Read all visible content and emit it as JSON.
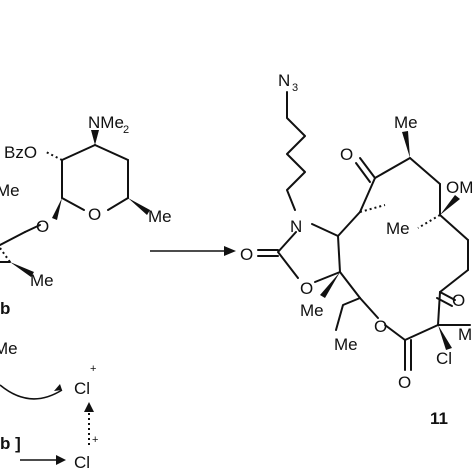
{
  "left_fragment": {
    "nme2": "NMe",
    "nme2_sub": "2",
    "bzo": "BzO",
    "me_left": "Me",
    "me_ring": "Me",
    "me_lower": "Me",
    "o_link": "O",
    "o_ring": "O",
    "partial_b": "b",
    "partial_me": "Me"
  },
  "mechanism": {
    "cl_top": "Cl",
    "cl_top_charge": "+",
    "cl_bottom": "Cl",
    "cl_bottom_charge": "+",
    "bracket_text": "b ]"
  },
  "product": {
    "n3": "N",
    "n3_sub": "3",
    "n": "N",
    "o_carbonyl_carbamate": "O",
    "o_oxazolidinone": "O",
    "o_ketone_top": "O",
    "me_top": "Me",
    "me_c6": "Me",
    "om_right": "OM",
    "me_ring_lower": "Me",
    "me_ethyl": "Me",
    "o_lactone": "O",
    "o_ketone_right": "O",
    "o_ester": "O",
    "cl": "Cl",
    "m_right": "M",
    "compound_label": "11"
  }
}
